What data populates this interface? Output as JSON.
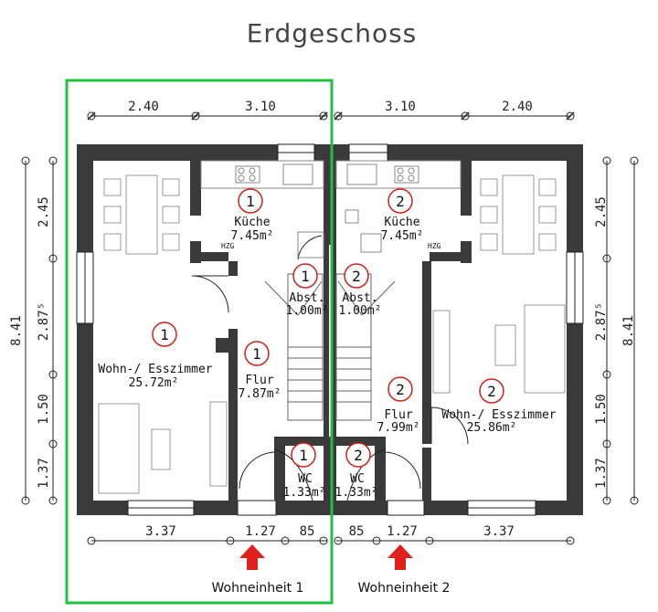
{
  "title": "Erdgeschoss",
  "colors": {
    "wall": "#3a3a3a",
    "marker": "#d0201a",
    "highlight": "#22c040",
    "arrow": "#e0201a"
  },
  "dims_top": [
    "2.40",
    "3.10",
    "3.10",
    "2.40"
  ],
  "dims_bottom": [
    "3.37",
    "1.27",
    "85",
    "85",
    "1.27",
    "3.37"
  ],
  "dims_left": [
    "2.45",
    "2.87⁵",
    "1.50",
    "1.37",
    "8.41"
  ],
  "dims_right": [
    "2.45",
    "2.87⁵",
    "1.50",
    "1.37",
    "8.41"
  ],
  "rooms": {
    "kueche1": {
      "num": "1",
      "name": "Küche",
      "area": "7.45m²"
    },
    "kueche2": {
      "num": "2",
      "name": "Küche",
      "area": "7.45m²"
    },
    "abst1": {
      "num": "1",
      "name": "Abst.",
      "area": "1.00m²"
    },
    "abst2": {
      "num": "2",
      "name": "Abst.",
      "area": "1.00m²"
    },
    "wohn1": {
      "num": "1",
      "name": "Wohn-/ Esszimmer",
      "area": "25.72m²"
    },
    "wohn2": {
      "num": "2",
      "name": "Wohn-/ Esszimmer",
      "area": "25.86m²"
    },
    "flur1": {
      "num": "1",
      "name": "Flur",
      "area": "7.87m²"
    },
    "flur2": {
      "num": "2",
      "name": "Flur",
      "area": "7.99m²"
    },
    "wc1": {
      "num": "1",
      "name": "WC",
      "area": "1.33m²"
    },
    "wc2": {
      "num": "2",
      "name": "WC",
      "area": "1.33m²"
    }
  },
  "hzg": [
    "HZG",
    "HZG"
  ],
  "units": [
    "Wohneinheit 1",
    "Wohneinheit 2"
  ]
}
